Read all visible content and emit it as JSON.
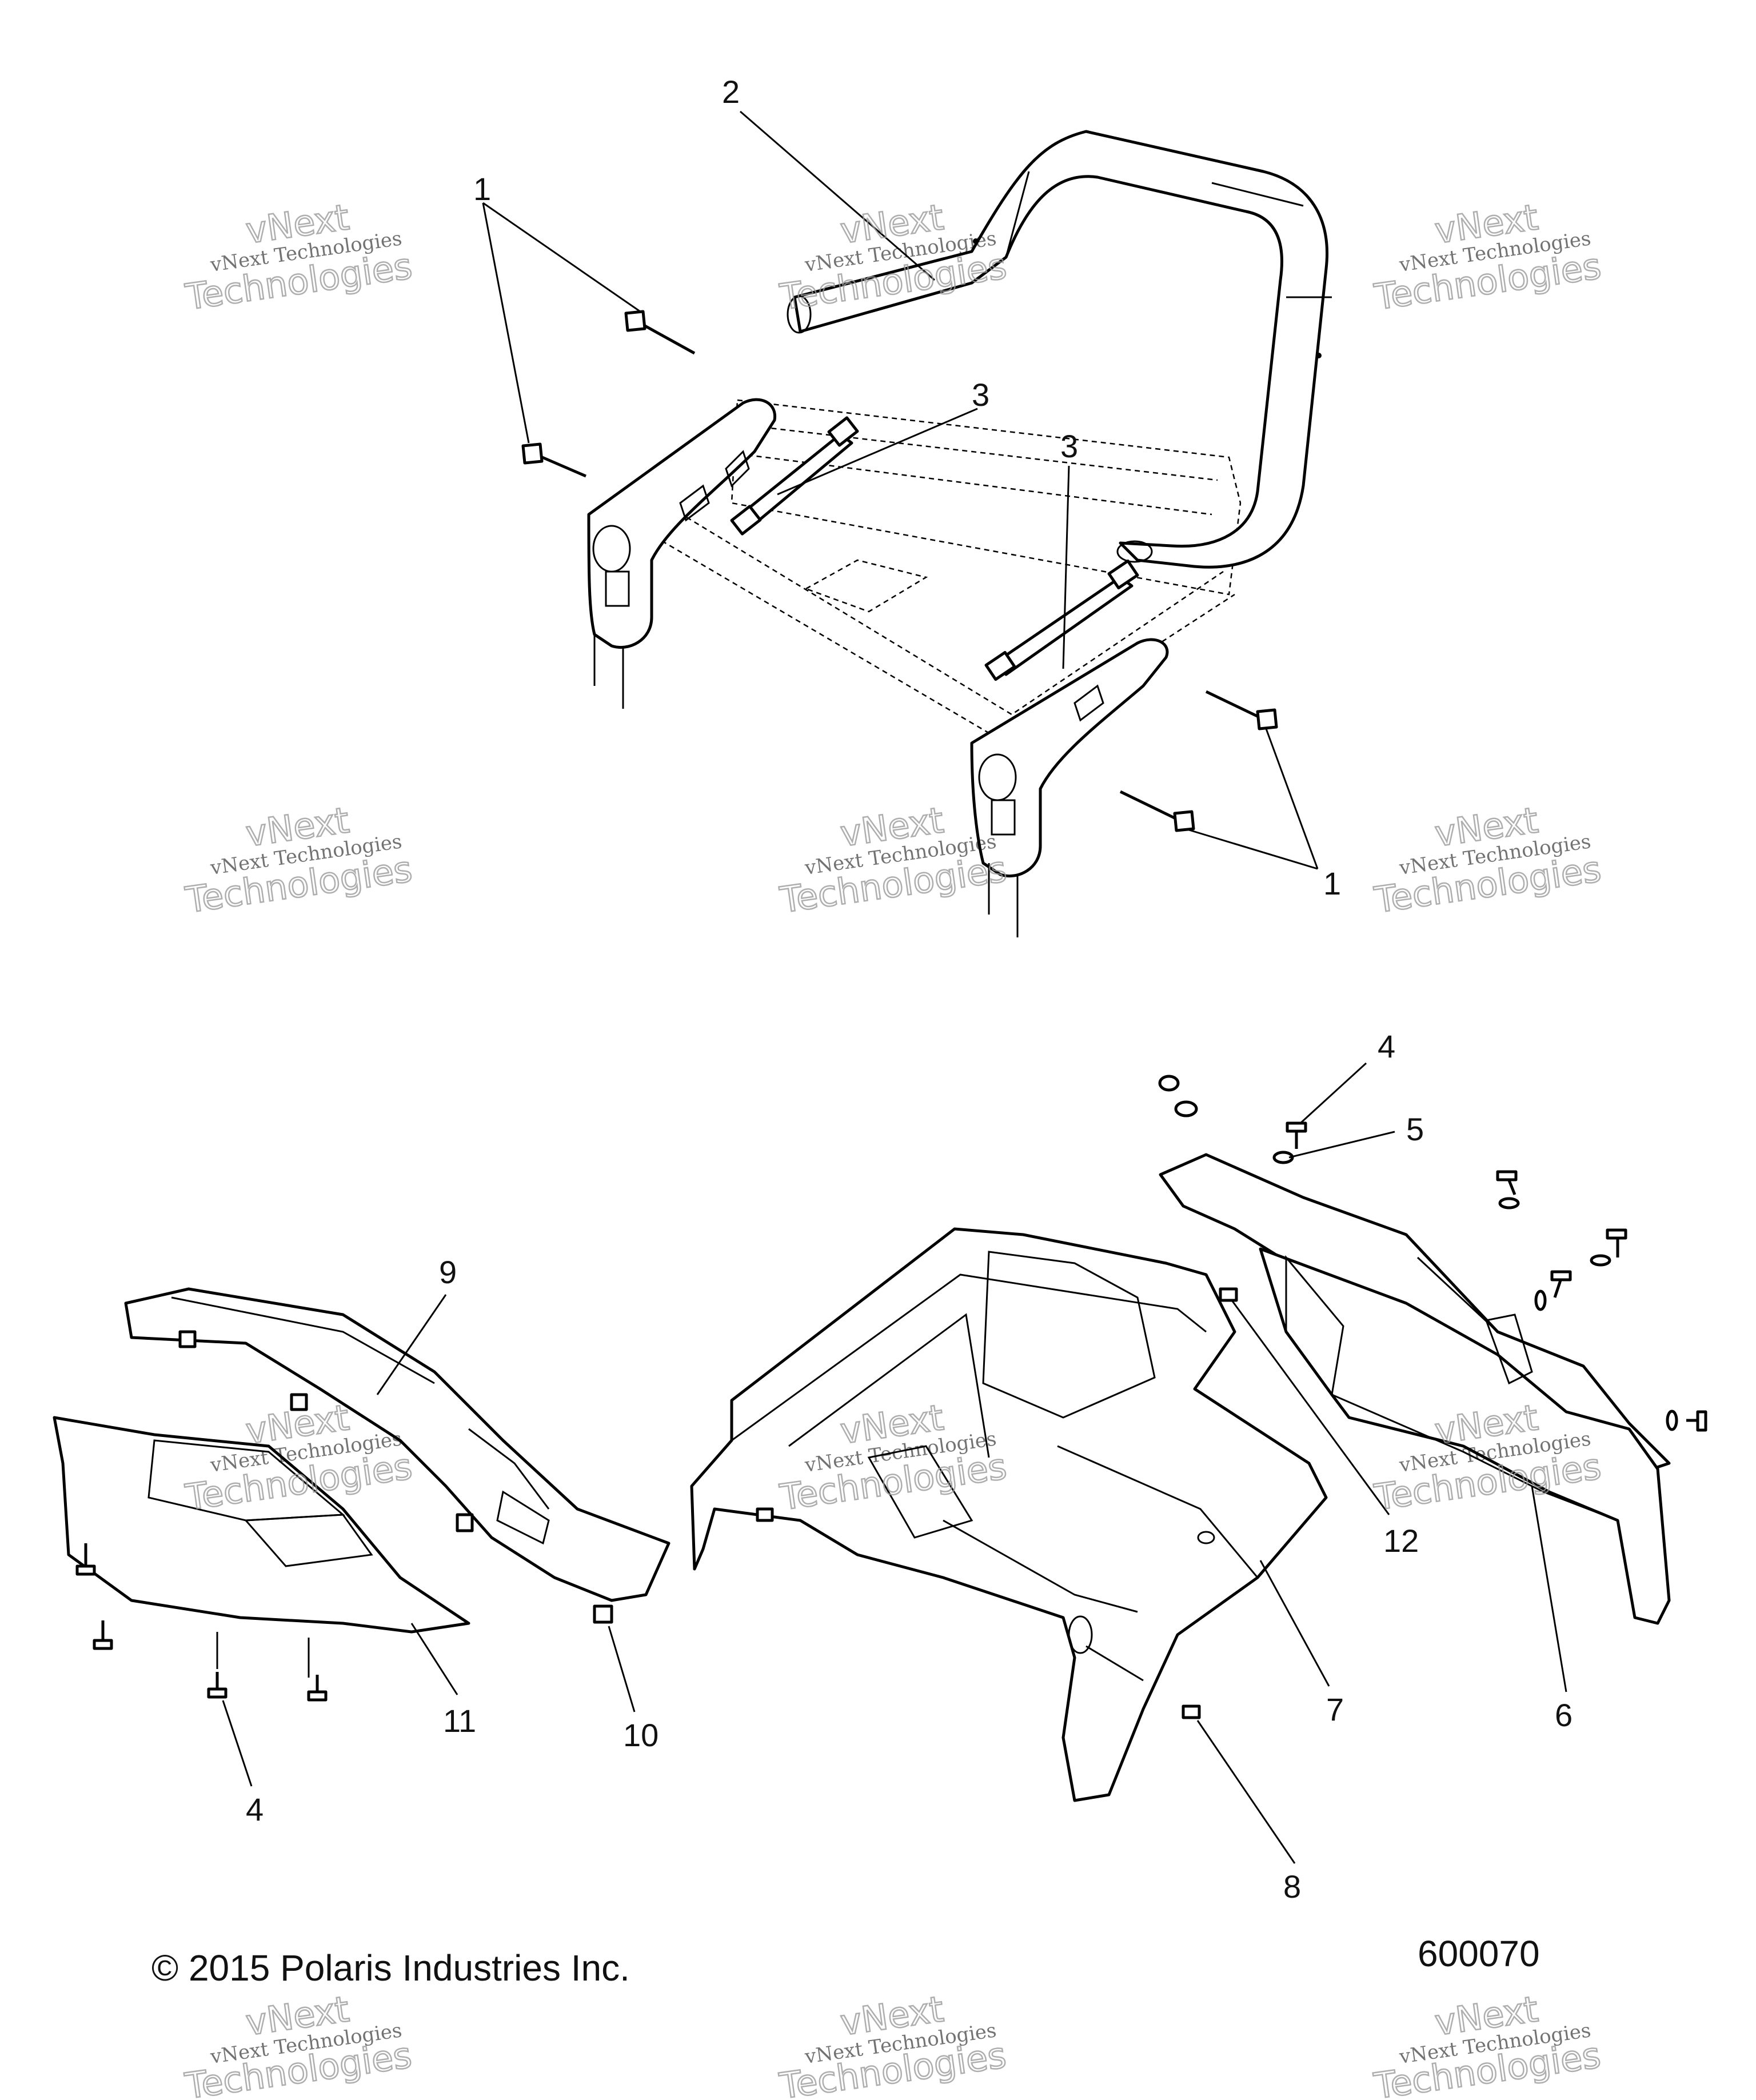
{
  "callouts": [
    {
      "id": "c1a",
      "text": "1"
    },
    {
      "id": "c2",
      "text": "2"
    },
    {
      "id": "c3a",
      "text": "3"
    },
    {
      "id": "c3b",
      "text": "3"
    },
    {
      "id": "c1b",
      "text": "1"
    },
    {
      "id": "c4a",
      "text": "4"
    },
    {
      "id": "c5",
      "text": "5"
    },
    {
      "id": "c9",
      "text": "9"
    },
    {
      "id": "c12",
      "text": "12"
    },
    {
      "id": "c7",
      "text": "7"
    },
    {
      "id": "c6",
      "text": "6"
    },
    {
      "id": "c11",
      "text": "11"
    },
    {
      "id": "c10",
      "text": "10"
    },
    {
      "id": "c4b",
      "text": "4"
    },
    {
      "id": "c8",
      "text": "8"
    }
  ],
  "footer": {
    "copyright": "© 2015 Polaris Industries Inc.",
    "figure_number": "600070"
  },
  "watermark": {
    "line1": "vNext Technologies",
    "line2": "vNext",
    "line3": "Technologies"
  }
}
